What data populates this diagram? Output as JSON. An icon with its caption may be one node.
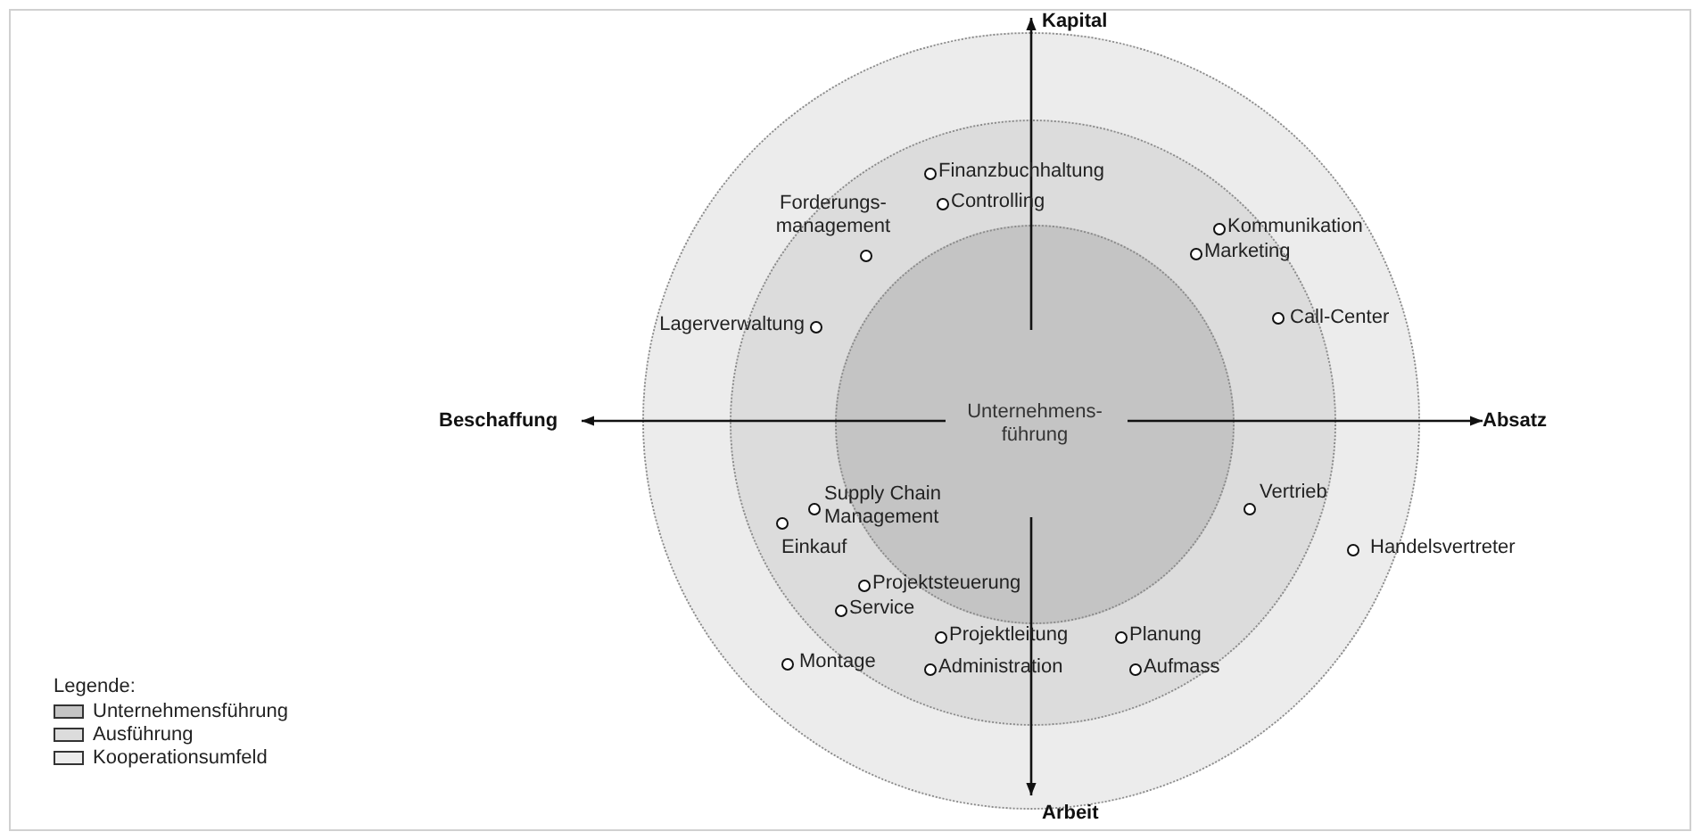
{
  "diagram": {
    "nodes": [
      {
        "text": [],
        "shape": "circle"
      },
      {
        "text": [],
        "shape": "circle",
        "in": 0
      },
      {
        "text": [
          "Unternehmens- führung"
        ],
        "in": 1
      },
      {
        "text": [
          "Kapital"
        ]
      },
      {
        "text": [
          "Beschaffung"
        ]
      },
      {
        "text": [
          "Absatz"
        ]
      },
      {
        "text": [
          "Arbeit"
        ]
      }
    ],
    "edges": [
      {
        "from": 2,
        "to": 3,
        "arrow": "to"
      },
      {
        "from": 2,
        "to": 4,
        "arrow": "to"
      },
      {
        "from": 2,
        "to": 5,
        "arrow": "to"
      },
      {
        "from": 2,
        "to": 6,
        "arrow": "to"
      }
    ],
    "labels": [
      "Finanzbuchhaltung",
      "Controlling",
      "Forderungs- management",
      "Kommunikation",
      "Marketing",
      "Call-Center",
      "Lagerverwaltung",
      "Supply Chain Management",
      "Vertrieb",
      "Einkauf",
      "Handelsvertreter",
      "Projektsteuerung",
      "Service",
      "Projektleitung",
      "Planung",
      "Montage",
      "Administration",
      "Aufmass",
      "Legende:"
    ],
    "legend": [
      {
        "text": "Unternehmensführung",
        "color": "#c4c4c4"
      },
      {
        "text": "Ausführung",
        "color": "#dcdcdc"
      },
      {
        "text": "Kooperationsumfeld",
        "color": "#ececec"
      }
    ]
  }
}
